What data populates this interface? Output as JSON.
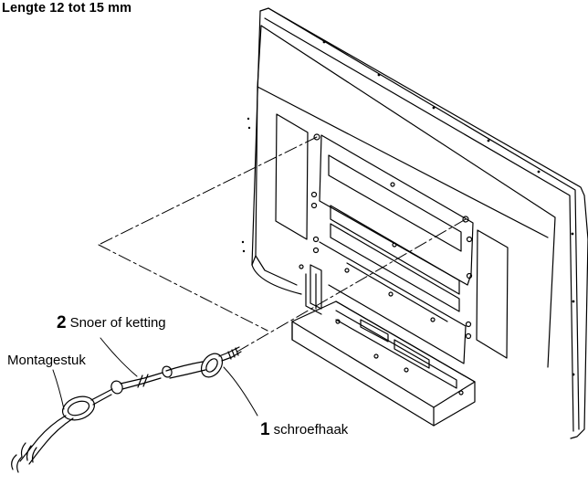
{
  "title": "Lengte 12 tot 15 mm",
  "labels": {
    "cord_number": "2",
    "cord_text": "Snoer of ketting",
    "mount": "Montagestuk",
    "hook_number": "1",
    "hook_text": "schroefhaak"
  },
  "colors": {
    "line": "#000000",
    "background": "#ffffff"
  }
}
